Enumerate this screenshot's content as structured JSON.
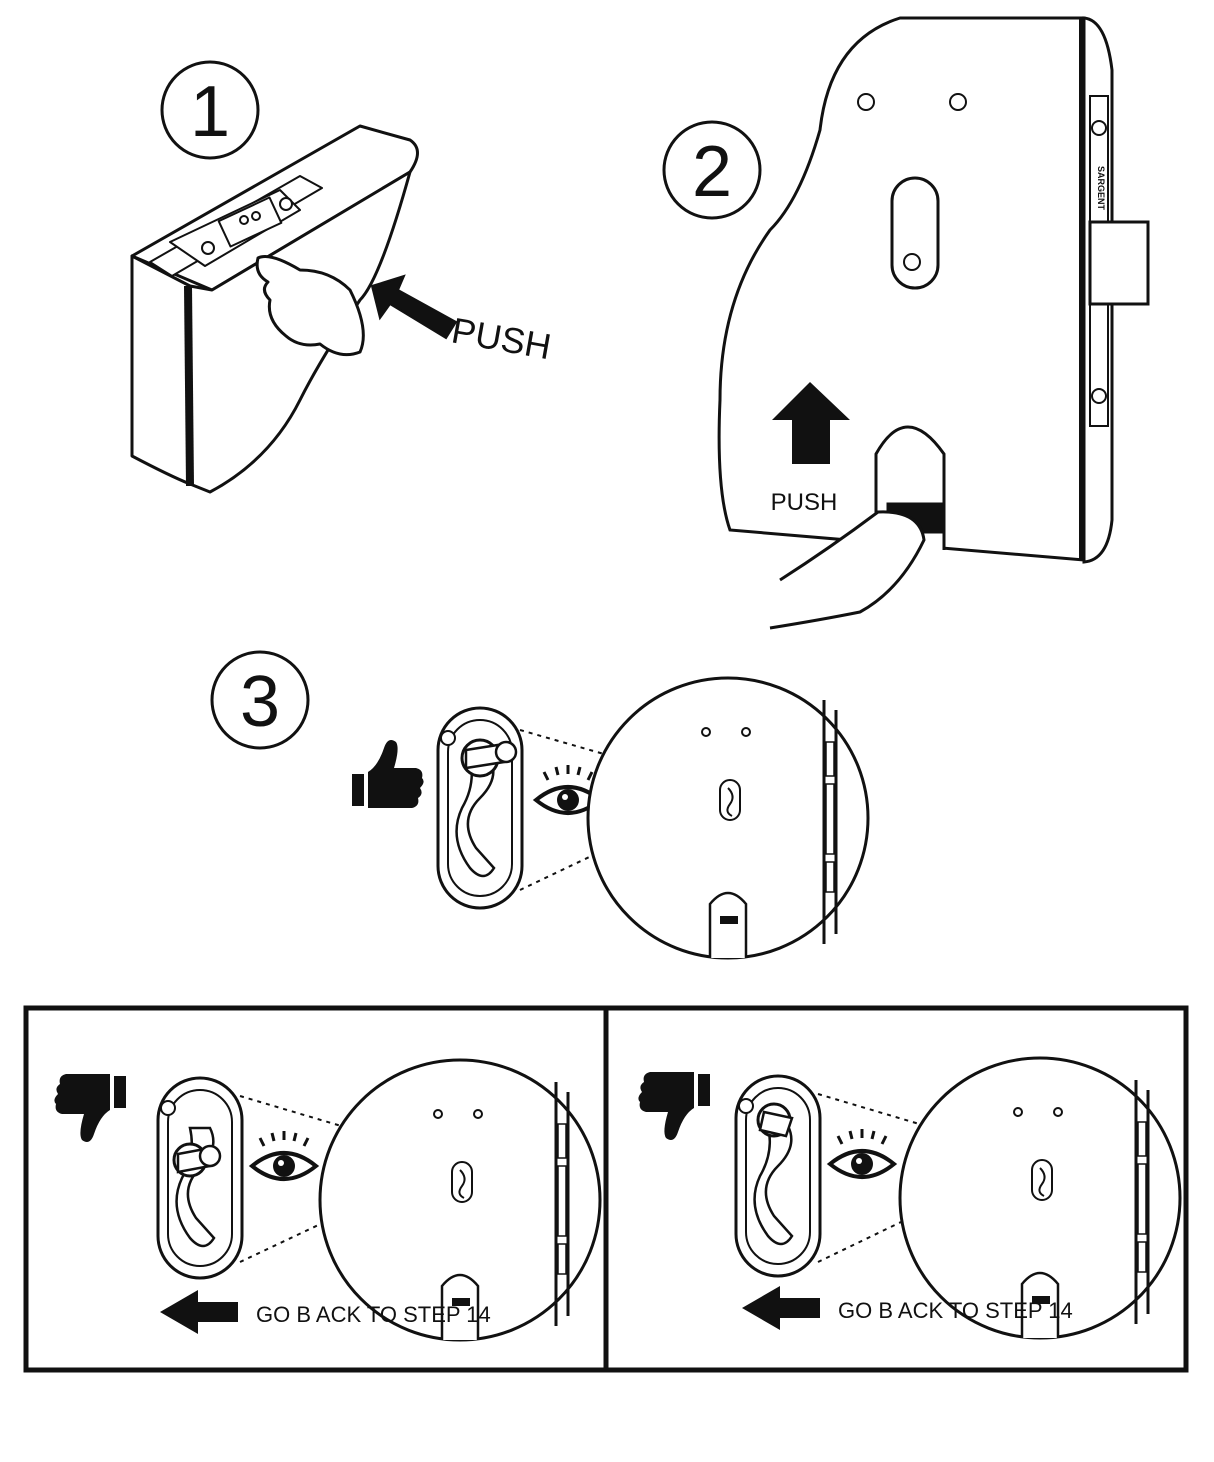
{
  "steps": {
    "step1": {
      "number": "1",
      "action_label": "PUSH"
    },
    "step2": {
      "number": "2",
      "action_label": "PUSH",
      "lock_face_text": "SARGENT"
    },
    "step3": {
      "number": "3"
    }
  },
  "bottom_panels": [
    {
      "result": "thumbs-down",
      "instruction": "GO B ACK  TO STEP 14"
    },
    {
      "result": "thumbs-down",
      "instruction": "GO B ACK  TO STEP 14"
    }
  ],
  "icons": {
    "thumbs_up": "thumbs-up-icon",
    "thumbs_down": "thumbs-down-icon",
    "eye": "eye-icon",
    "arrow_up": "arrow-up-icon",
    "arrow_left": "arrow-left-icon",
    "arrow_diagonal": "arrow-push-icon"
  },
  "colors": {
    "ink": "#111111",
    "paper": "#ffffff"
  }
}
